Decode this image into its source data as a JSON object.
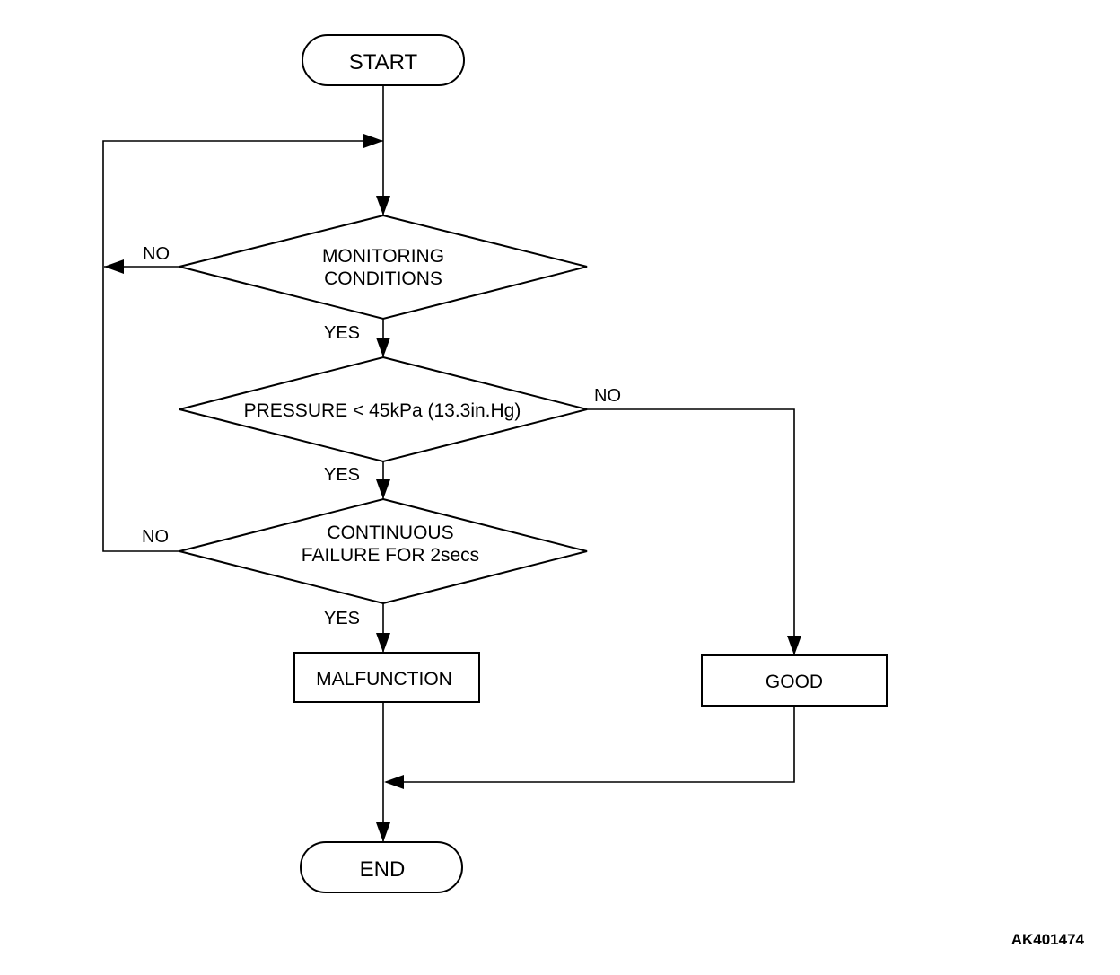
{
  "nodes": {
    "start": "START",
    "monitoring_line1": "MONITORING",
    "monitoring_line2": "CONDITIONS",
    "pressure": "PRESSURE < 45kPa (13.3in.Hg)",
    "continuous_line1": "CONTINUOUS",
    "continuous_line2": "FAILURE FOR 2secs",
    "malfunction": "MALFUNCTION",
    "good": "GOOD",
    "end": "END"
  },
  "edges": {
    "monitoring_no": "NO",
    "monitoring_yes": "YES",
    "pressure_no": "NO",
    "pressure_yes": "YES",
    "continuous_no": "NO",
    "continuous_yes": "YES"
  },
  "figure_code": "AK401474"
}
